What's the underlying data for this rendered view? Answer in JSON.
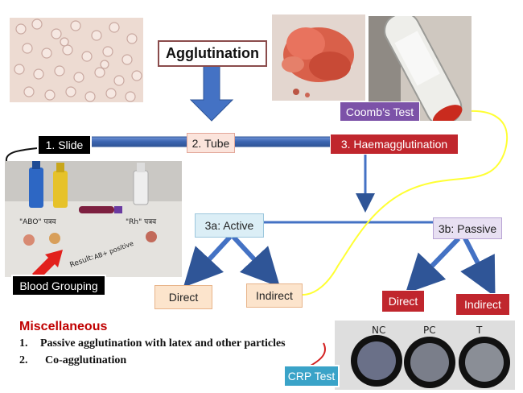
{
  "title": "Agglutination",
  "methods": {
    "slide": "1. Slide",
    "tube": "2. Tube",
    "haemagglutination": "3. Haemagglutination"
  },
  "branches": {
    "active": "3a: Active",
    "passive": "3b: Passive"
  },
  "leaves": {
    "active_direct": "Direct",
    "active_indirect": "Indirect",
    "passive_direct": "Direct",
    "passive_indirect": "Indirect"
  },
  "callouts": {
    "coombs": "Coomb’s Test",
    "blood_grouping": "Blood Grouping",
    "crp": "CRP Test"
  },
  "photo_labels": {
    "grouping_result": "Result:",
    "grouping_result_detail": "AB+ positive",
    "well_nc": "NC",
    "well_pc": "PC",
    "well_t": "T"
  },
  "miscellaneous": {
    "heading": "Miscellaneous",
    "items": [
      {
        "num": "1.",
        "text": "Passive agglutination with latex and other particles"
      },
      {
        "num": "2.",
        "text": "Co-agglutination"
      }
    ]
  },
  "colors": {
    "connector": "#4472c4",
    "red_box": "#c0262d",
    "coombs_box": "#7c52a8",
    "crp_box": "#3aa3c8",
    "yellow_line": "#ffff33"
  }
}
